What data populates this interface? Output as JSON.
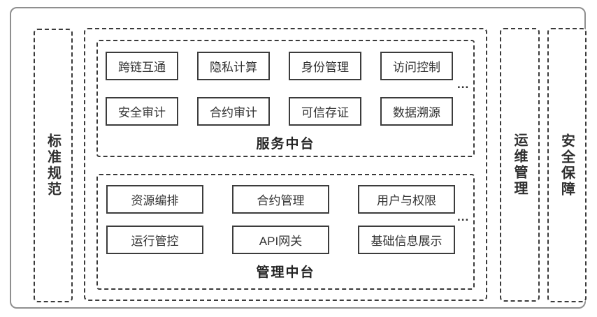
{
  "colors": {
    "line": "#3a3a3a",
    "outer_frame": "#8f8f8f",
    "background": "#ffffff",
    "text": "#2f2f2f"
  },
  "pillars": {
    "standards": "标准规范",
    "operations": "运维管理",
    "security": "安全保障"
  },
  "service": {
    "label": "服务中台",
    "more": "...",
    "buttons": [
      "跨链互通",
      "隐私计算",
      "身份管理",
      "访问控制",
      "安全审计",
      "合约审计",
      "可信存证",
      "数据溯源"
    ]
  },
  "management": {
    "label": "管理中台",
    "more": "...",
    "buttons": [
      "资源编排",
      "合约管理",
      "用户与权限",
      "运行管控",
      "API网关",
      "基础信息展示"
    ]
  }
}
